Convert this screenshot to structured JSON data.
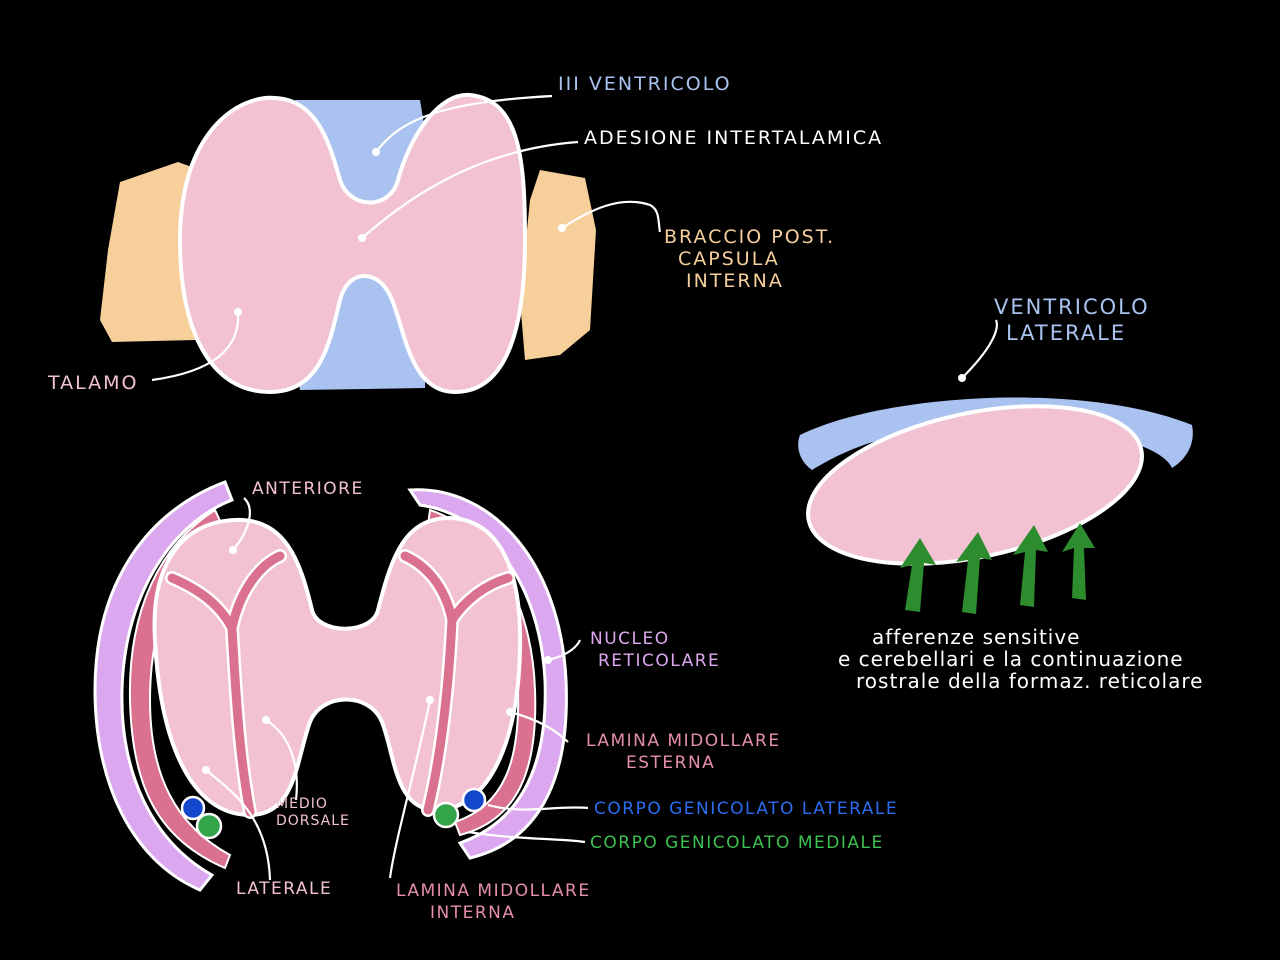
{
  "colors": {
    "background": "#000000",
    "pink_fill": "#f2c2d2",
    "ventricle_blue": "#a9c2ef",
    "capsule_orange": "#f6cf9b",
    "reticular_purple": "#dba8ef",
    "lamina_pink": "#d9718f",
    "lgn_blue": "#1247cc",
    "mgn_green": "#34a448",
    "afferent_green": "#2c8c2e",
    "outline_white": "#ffffff"
  },
  "top_figure": {
    "ventricle_3_label": "III VENTRICOLO",
    "adhesion_label": "ADESIONE INTERTALAMICA",
    "capsule_label_lines": [
      "BRACCIO POST.",
      "CAPSULA",
      "INTERNA"
    ],
    "thalamus_label": "TALAMO"
  },
  "right_figure": {
    "lateral_ventricle_lines": [
      "VENTRICOLO",
      "LATERALE"
    ],
    "afferents_lines": [
      "afferenze sensitive",
      "e cerebellari e la continuazione",
      "rostrale della formaz. reticolare"
    ]
  },
  "bottom_figure": {
    "anterior_label": "ANTERIORE",
    "reticular_label_lines": [
      "NUCLEO",
      "RETICOLARE"
    ],
    "external_lamina_lines": [
      "LAMINA MIDOLLARE",
      "ESTERNA"
    ],
    "lgn_label": "CORPO GENICOLATO LATERALE",
    "mgn_label": "CORPO GENICOLATO MEDIALE",
    "medio_dorsal_lines": [
      "MEDIO",
      "DORSALE"
    ],
    "lateral_label": "LATERALE",
    "internal_lamina_lines": [
      "LAMINA MIDOLLARE",
      "INTERNA"
    ]
  }
}
